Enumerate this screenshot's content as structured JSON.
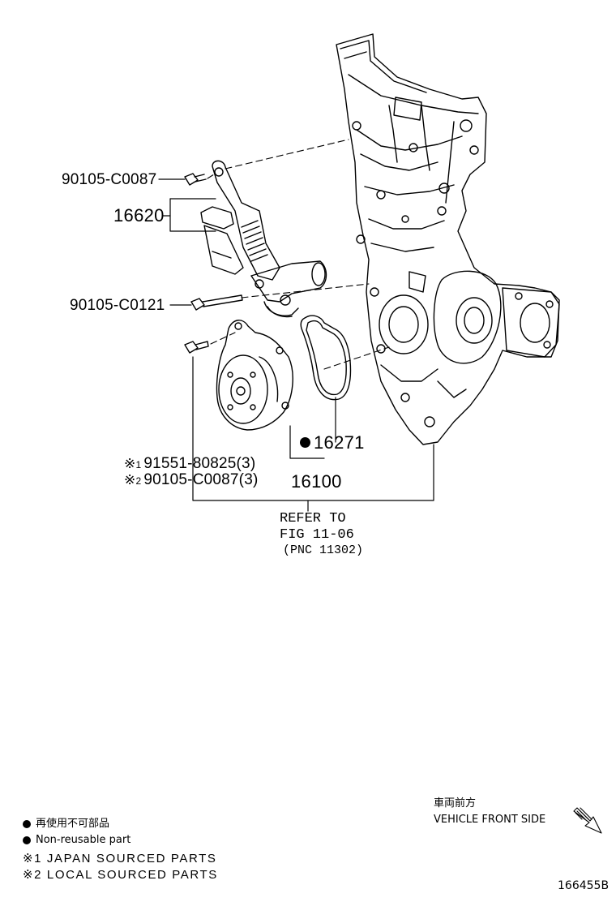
{
  "callouts": {
    "bolt_top": "90105-C0087",
    "tensioner": "16620",
    "bolt_long": "90105-C0121",
    "gasket": "16271",
    "pump": "16100",
    "bolt_pump_1_mark": "※",
    "bolt_pump_1_num": "1",
    "bolt_pump_1": "91551-80825(3)",
    "bolt_pump_2_mark": "※",
    "bolt_pump_2_num": "2",
    "bolt_pump_2": "90105-C0087(3)"
  },
  "reference": {
    "line1": "REFER TO",
    "line2": "FIG 11-06",
    "line3": "(PNC 11302)"
  },
  "direction": {
    "label_jp": "車両前方",
    "label_en": "VEHICLE FRONT SIDE"
  },
  "legend": {
    "nonreuse_jp": "再使用不可部品",
    "nonreuse_en": "Non-reusable part",
    "note1": "※1 JAPAN SOURCED PARTS",
    "note2": "※2 LOCAL SOURCED PARTS"
  },
  "figure_id": "166455B"
}
